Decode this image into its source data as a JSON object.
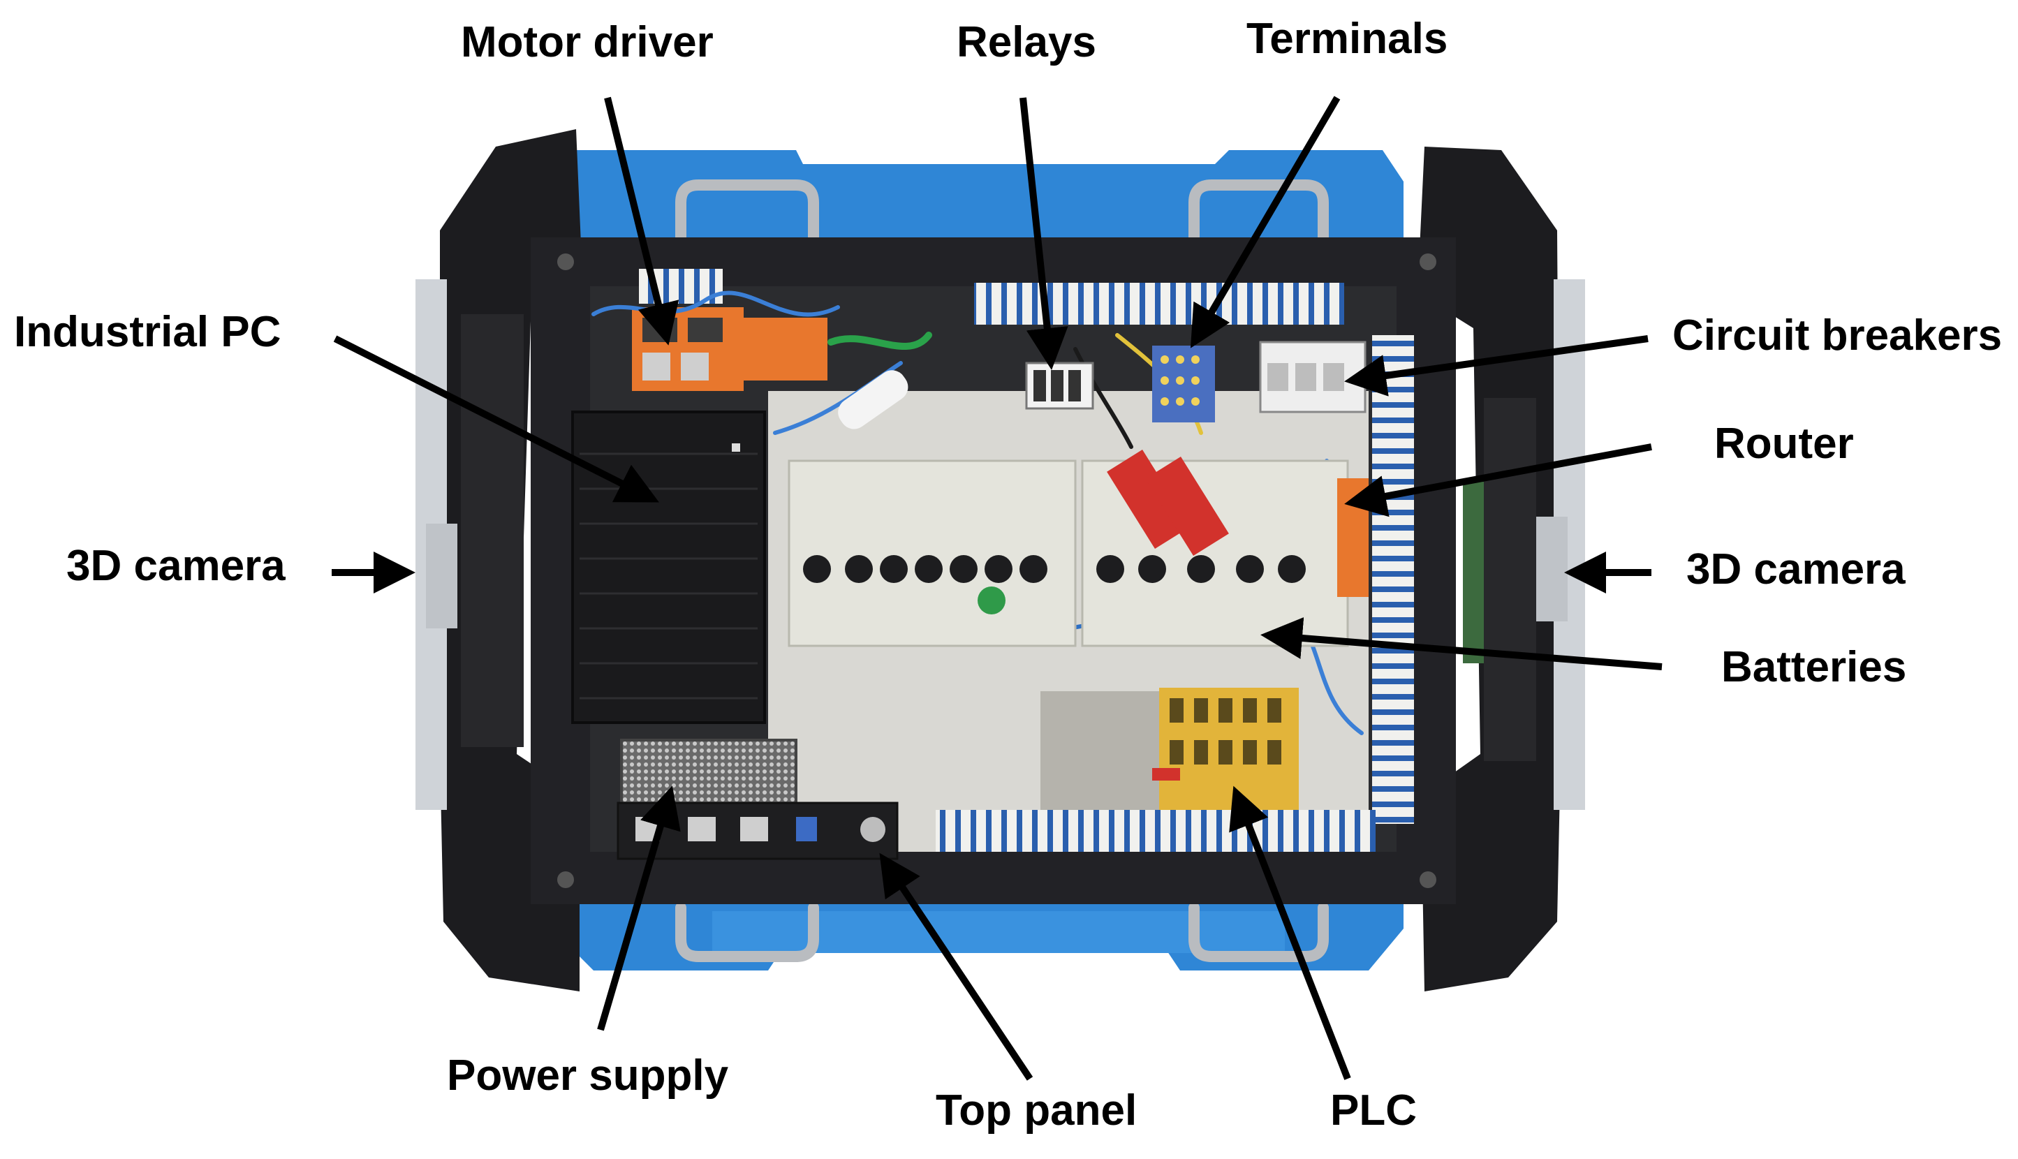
{
  "labels": {
    "motor_driver": "Motor driver",
    "relays": "Relays",
    "terminals": "Terminals",
    "industrial_pc": "Industrial PC",
    "circuit_breakers": "Circuit breakers",
    "router": "Router",
    "camera_left": "3D camera",
    "camera_right": "3D camera",
    "batteries": "Batteries",
    "power_supply": "Power supply",
    "top_panel": "Top panel",
    "plc": "PLC"
  },
  "colors": {
    "chassis_blue": "#2f86d6",
    "frame_black": "#1c1c1f",
    "panel_grey": "#d9d8d3",
    "battery_beige": "#e4e4dc",
    "motor_orange": "#e8772d",
    "connector_red": "#d2322c",
    "plc_yellow": "#e2b43a"
  }
}
